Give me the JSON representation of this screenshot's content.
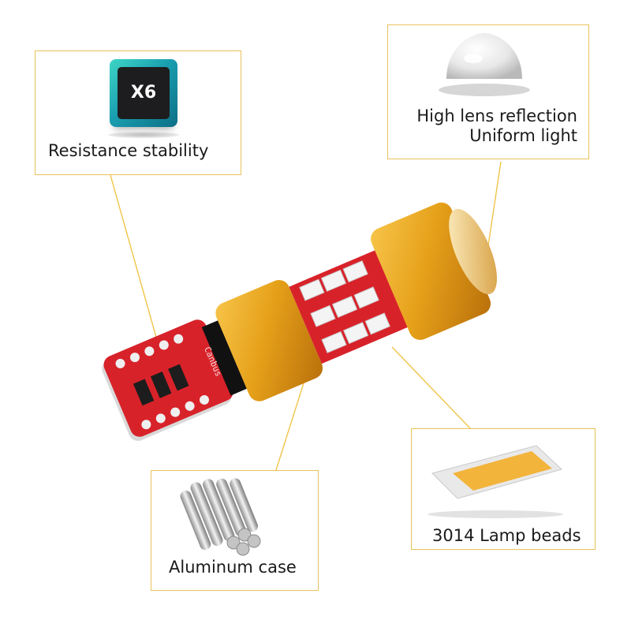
{
  "callouts": {
    "resistance": {
      "label": "Resistance stability",
      "chip_text": "X6"
    },
    "lens": {
      "line1": "High lens reflection",
      "line2": "Uniform light"
    },
    "aluminum": {
      "label": "Aluminum case"
    },
    "lamp_beads": {
      "label": "3014 Lamp beads"
    }
  },
  "product": {
    "board_marking": "Canbus"
  },
  "colors": {
    "callout_border": "#e8c25a",
    "housing_gold": "#e6a11a",
    "pcb_red": "#d8222a",
    "led_white": "#f4f4f4",
    "chip_teal": "#27b6b8",
    "bead_amber": "#f3b43c"
  }
}
